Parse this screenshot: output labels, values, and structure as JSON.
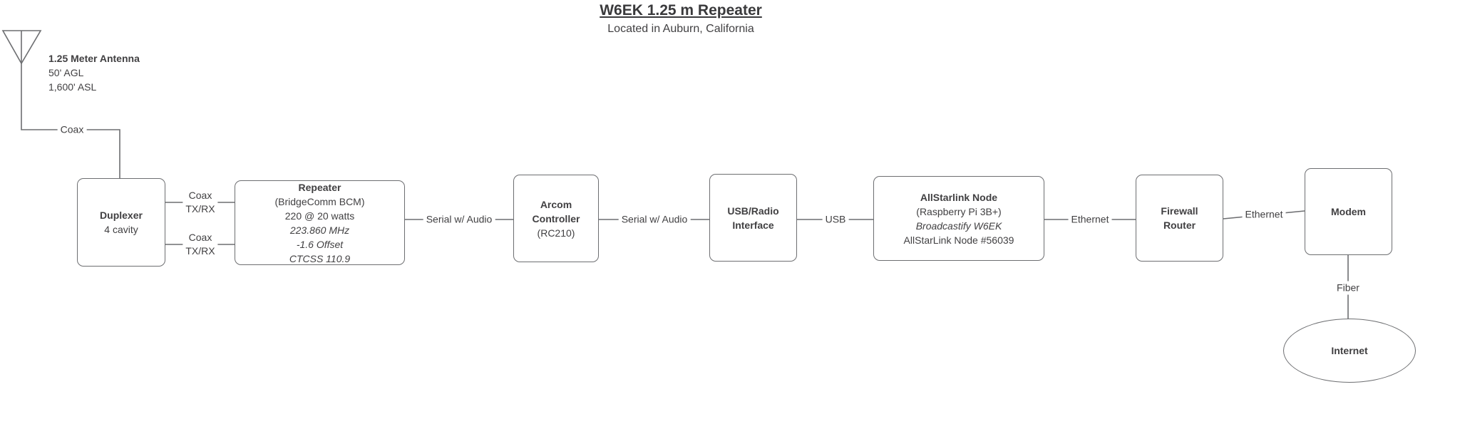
{
  "title": {
    "text": "W6EK 1.25 m Repeater",
    "subtitle": "Located in Auburn, California"
  },
  "antenna": {
    "label": "1.25 Meter Antenna",
    "height_agl": "50' AGL",
    "height_asl": "1,600' ASL"
  },
  "nodes": {
    "duplexer": {
      "name": "Duplexer",
      "detail": "4 cavity"
    },
    "repeater": {
      "name": "Repeater",
      "model": "(BridgeComm BCM)",
      "power": "220 @ 20 watts",
      "frequency": "223.860 MHz",
      "offset": "-1.6 Offset",
      "ctcss": "CTCSS 110.9"
    },
    "arcom_controller": {
      "name_line1": "Arcom",
      "name_line2": "Controller",
      "model": "(RC210)"
    },
    "usb_radio_interface": {
      "name_line1": "USB/Radio",
      "name_line2": "Interface"
    },
    "allstarlink_node": {
      "name": "AllStarlink Node",
      "hardware": "(Raspberry Pi 3B+)",
      "stream": "Broadcastify W6EK",
      "node_number": "AllStarLink Node #56039"
    },
    "firewall_router": {
      "name_line1": "Firewall",
      "name_line2": "Router"
    },
    "modem": {
      "name": "Modem"
    },
    "internet": {
      "name": "Internet"
    }
  },
  "links": {
    "antenna_to_duplexer": "Coax",
    "duplexer_to_repeater_top_line1": "Coax",
    "duplexer_to_repeater_top_line2": "TX/RX",
    "duplexer_to_repeater_bottom_line1": "Coax",
    "duplexer_to_repeater_bottom_line2": "TX/RX",
    "repeater_to_controller": "Serial w/ Audio",
    "controller_to_interface": "Serial w/ Audio",
    "interface_to_node": "USB",
    "node_to_firewall": "Ethernet",
    "firewall_to_modem": "Ethernet",
    "modem_to_internet": "Fiber"
  },
  "colors": {
    "background": "#ffffff",
    "line": "#6d6e71",
    "box_border": "#6d6e71",
    "text": "#414042"
  }
}
